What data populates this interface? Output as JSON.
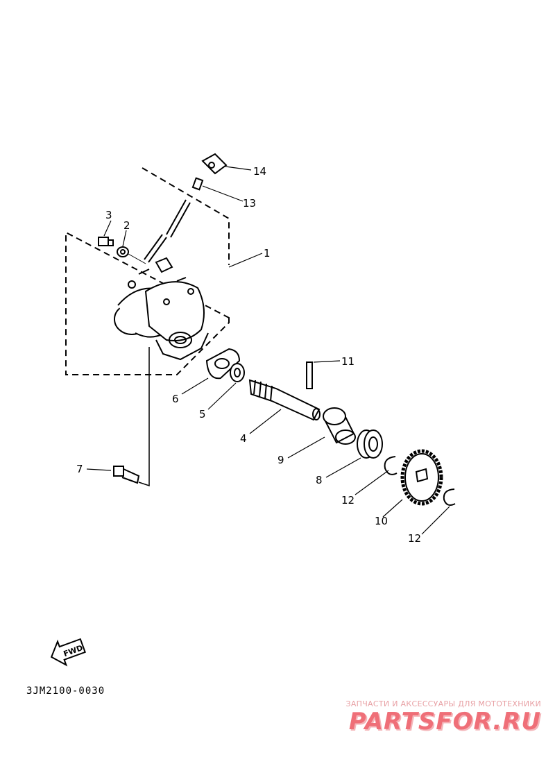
{
  "diagram": {
    "callouts": [
      "1",
      "2",
      "3",
      "4",
      "5",
      "6",
      "7",
      "8",
      "9",
      "10",
      "11",
      "12",
      "12",
      "13",
      "14"
    ],
    "fwd_label": "FWD",
    "part_code": "3JM2100-0030"
  },
  "watermark": {
    "tagline": "ЗАПЧАСТИ И АКСЕССУАРЫ ДЛЯ МОТОТЕХНИКИ",
    "brand": "PARTSFOR.RU"
  },
  "colors": {
    "line": "#000000",
    "watermark": "#ef6f78"
  }
}
